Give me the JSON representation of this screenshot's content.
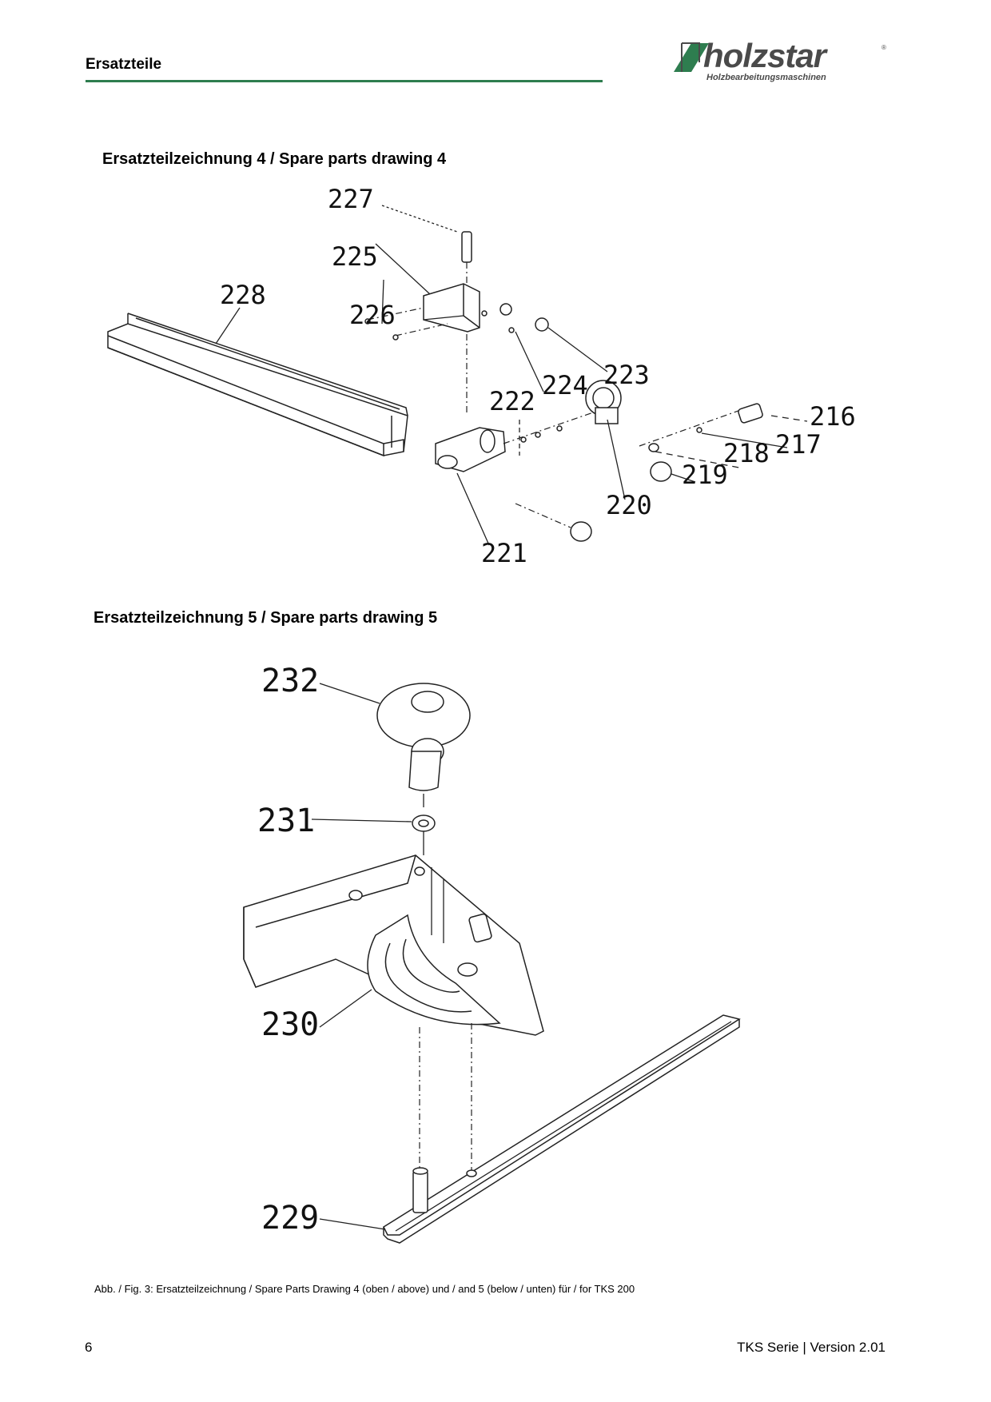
{
  "header": {
    "title": "Ersatzteile",
    "logo_text": "holzstar",
    "logo_subtitle": "Holzbearbeitungsmaschinen",
    "logo_registered": "®",
    "accent_color": "#2e7d4f"
  },
  "drawing4": {
    "heading": "Ersatzteilzeichnung 4 / Spare parts drawing 4",
    "callouts": [
      "227",
      "225",
      "228",
      "226",
      "224",
      "223",
      "222",
      "216",
      "217",
      "218",
      "219",
      "220",
      "221"
    ]
  },
  "drawing5": {
    "heading": "Ersatzteilzeichnung 5 / Spare parts drawing 5",
    "callouts": [
      "232",
      "231",
      "230",
      "229"
    ]
  },
  "caption": "Abb. / Fig. 3: Ersatzteilzeichnung / Spare Parts Drawing 4 (oben / above) und / and 5 (below / unten) für / for TKS 200",
  "footer": {
    "page_number": "6",
    "doc_version": "TKS Serie | Version 2.01"
  }
}
